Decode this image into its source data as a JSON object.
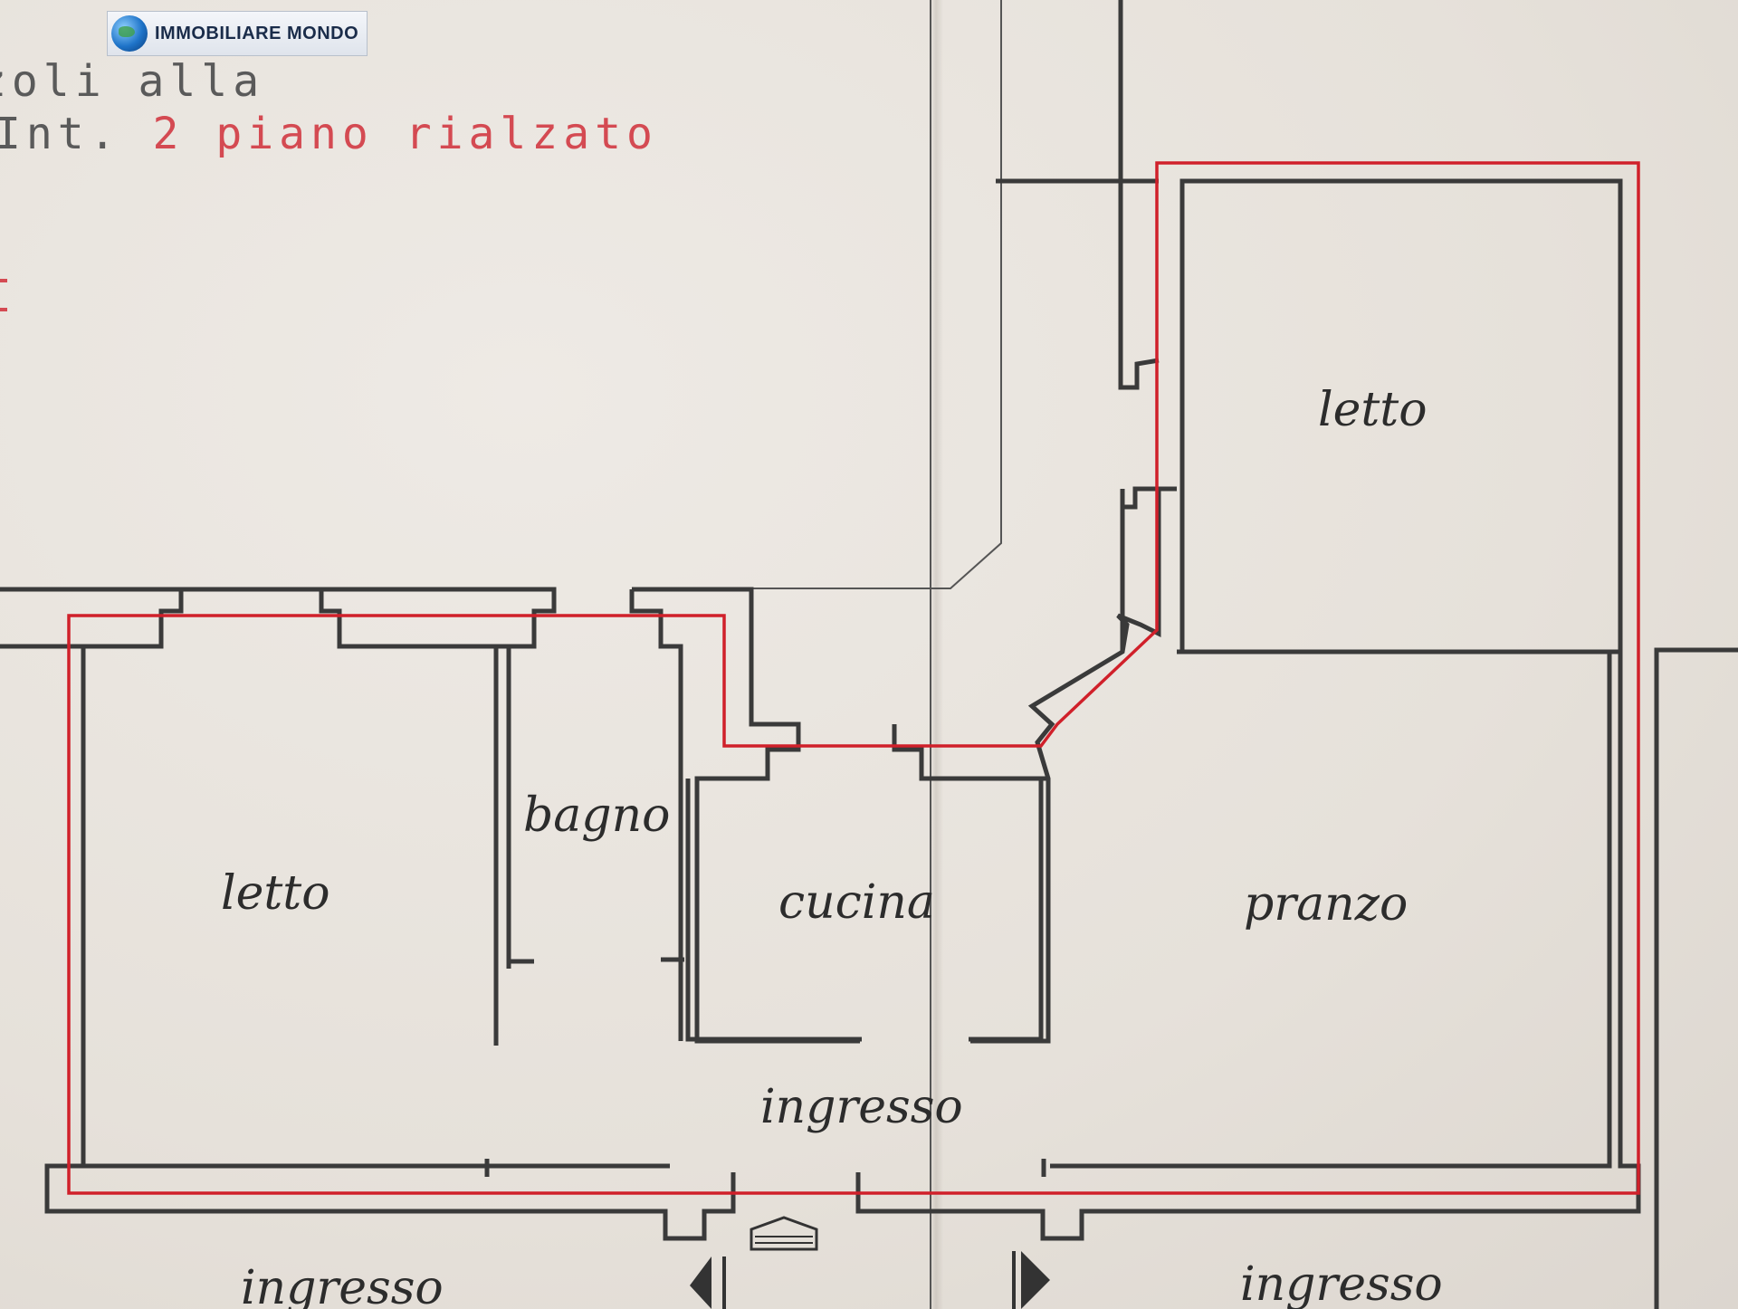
{
  "logo": {
    "brand": "IMMOBILIARE MONDO",
    "icon": "globe-icon"
  },
  "header": {
    "line1": "zoli alla",
    "line2_prefix": "Int.",
    "line2_number": "2",
    "line2_floor": "piano rialzato"
  },
  "rooms": {
    "letto_right": "letto",
    "letto_left": "letto",
    "bagno": "bagno",
    "cucina": "cucina",
    "pranzo": "pranzo",
    "ingresso_center": "ingresso",
    "ingresso_bottom_left": "ingresso",
    "ingresso_bottom_right": "ingresso"
  },
  "colors": {
    "wall": "#3a3a3a",
    "boundary": "#d0202a",
    "paper": "#e8e3dd"
  }
}
